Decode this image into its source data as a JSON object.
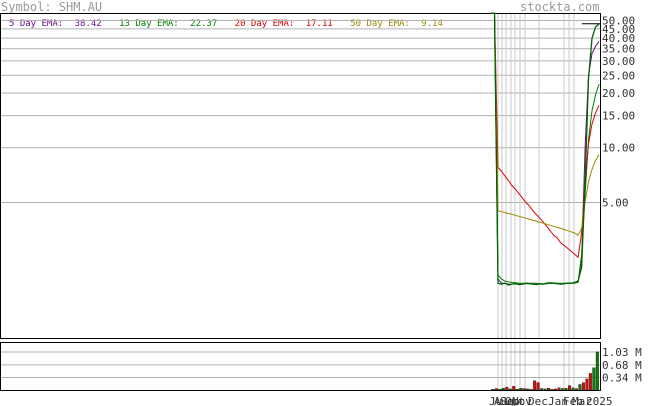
{
  "header": {
    "symbol": "Symbol: SHM.AU",
    "site": "stockta.com"
  },
  "legend": [
    {
      "label": "5 Day EMA:",
      "value": "38.42",
      "color": "#6a0f8f"
    },
    {
      "label": "13 Day EMA:",
      "value": "22.37",
      "color": "#007f00"
    },
    {
      "label": "20 Day EMA:",
      "value": "17.11",
      "color": "#e00000"
    },
    {
      "label": "50 Day EMA:",
      "value": "9.14",
      "color": "#9a8a00"
    }
  ],
  "chart_data": [
    {
      "type": "line",
      "title": "",
      "scale": "log",
      "ylim": [
        0.9,
        55
      ],
      "yticks": [
        "5.00",
        "10.00",
        "15.00",
        "20.00",
        "25.00",
        "30.00",
        "35.00",
        "40.00",
        "45.00",
        "50.00"
      ],
      "xticks": [
        "Jul",
        "Aug",
        "Sep",
        "Oct",
        "Nov",
        "Dec",
        "Jan",
        "Feb",
        "Mar",
        "2025"
      ],
      "grid": true,
      "price": {
        "color": "#006400",
        "values": [
          60,
          55,
          1.8,
          1.78,
          1.8,
          1.76,
          1.78,
          1.79,
          1.77,
          1.78,
          1.8,
          1.79,
          1.78,
          1.77,
          1.79,
          1.78,
          1.8,
          1.81,
          1.8,
          1.79,
          1.78,
          1.79,
          1.8,
          1.8,
          1.82,
          1.85,
          2.2,
          6.5,
          24,
          40,
          46,
          48
        ]
      },
      "series": [
        {
          "name": "5 Day EMA",
          "color": "#6a0f8f",
          "values": [
            60,
            58,
            1.9,
            1.8,
            1.8,
            1.78,
            1.78,
            1.79,
            1.78,
            1.78,
            1.79,
            1.79,
            1.78,
            1.78,
            1.78,
            1.78,
            1.79,
            1.8,
            1.8,
            1.8,
            1.79,
            1.79,
            1.8,
            1.8,
            1.81,
            1.83,
            2.4,
            10,
            25,
            33,
            36,
            38.42
          ]
        },
        {
          "name": "13 Day EMA",
          "color": "#007f00",
          "values": [
            60,
            58,
            2.0,
            1.9,
            1.85,
            1.83,
            1.82,
            1.81,
            1.8,
            1.8,
            1.8,
            1.8,
            1.8,
            1.8,
            1.79,
            1.79,
            1.79,
            1.8,
            1.8,
            1.8,
            1.8,
            1.8,
            1.8,
            1.8,
            1.8,
            1.82,
            2.6,
            5.5,
            11,
            16,
            19.5,
            22.37
          ]
        },
        {
          "name": "20 Day EMA",
          "color": "#e00000",
          "values": [
            60,
            58,
            7.8,
            7.4,
            7.0,
            6.6,
            6.2,
            5.9,
            5.6,
            5.3,
            5.0,
            4.8,
            4.5,
            4.3,
            4.1,
            3.9,
            3.7,
            3.5,
            3.3,
            3.2,
            3.0,
            2.9,
            2.8,
            2.7,
            2.6,
            2.5,
            3.4,
            6.5,
            10.5,
            13.5,
            15.5,
            17.11
          ]
        },
        {
          "name": "50 Day EMA",
          "color": "#9a8a00",
          "values": [
            60,
            58,
            4.5,
            4.45,
            4.4,
            4.35,
            4.3,
            4.25,
            4.2,
            4.15,
            4.1,
            4.05,
            4.0,
            3.95,
            3.9,
            3.85,
            3.8,
            3.75,
            3.7,
            3.65,
            3.6,
            3.55,
            3.5,
            3.45,
            3.4,
            3.3,
            3.6,
            5.0,
            6.5,
            7.6,
            8.5,
            9.14
          ]
        }
      ]
    },
    {
      "type": "bar",
      "title": "volume",
      "ylim": [
        0,
        1.3
      ],
      "yticks": [
        "0.34 M",
        "0.68 M",
        "1.03 M"
      ],
      "values": [
        0.02,
        0.04,
        0.02,
        0.05,
        0.08,
        0.03,
        0.1,
        0.02,
        0.05,
        0.04,
        0.03,
        0.02,
        0.25,
        0.2,
        0.04,
        0.03,
        0.05,
        0.02,
        0.03,
        0.06,
        0.04,
        0.05,
        0.12,
        0.06,
        0.04,
        0.15,
        0.2,
        0.3,
        0.45,
        0.6,
        1.03
      ],
      "up": [
        true,
        false,
        true,
        true,
        false,
        true,
        false,
        true,
        true,
        false,
        true,
        false,
        false,
        false,
        true,
        true,
        false,
        true,
        false,
        false,
        true,
        true,
        false,
        true,
        false,
        true,
        false,
        false,
        false,
        true,
        true
      ]
    }
  ]
}
